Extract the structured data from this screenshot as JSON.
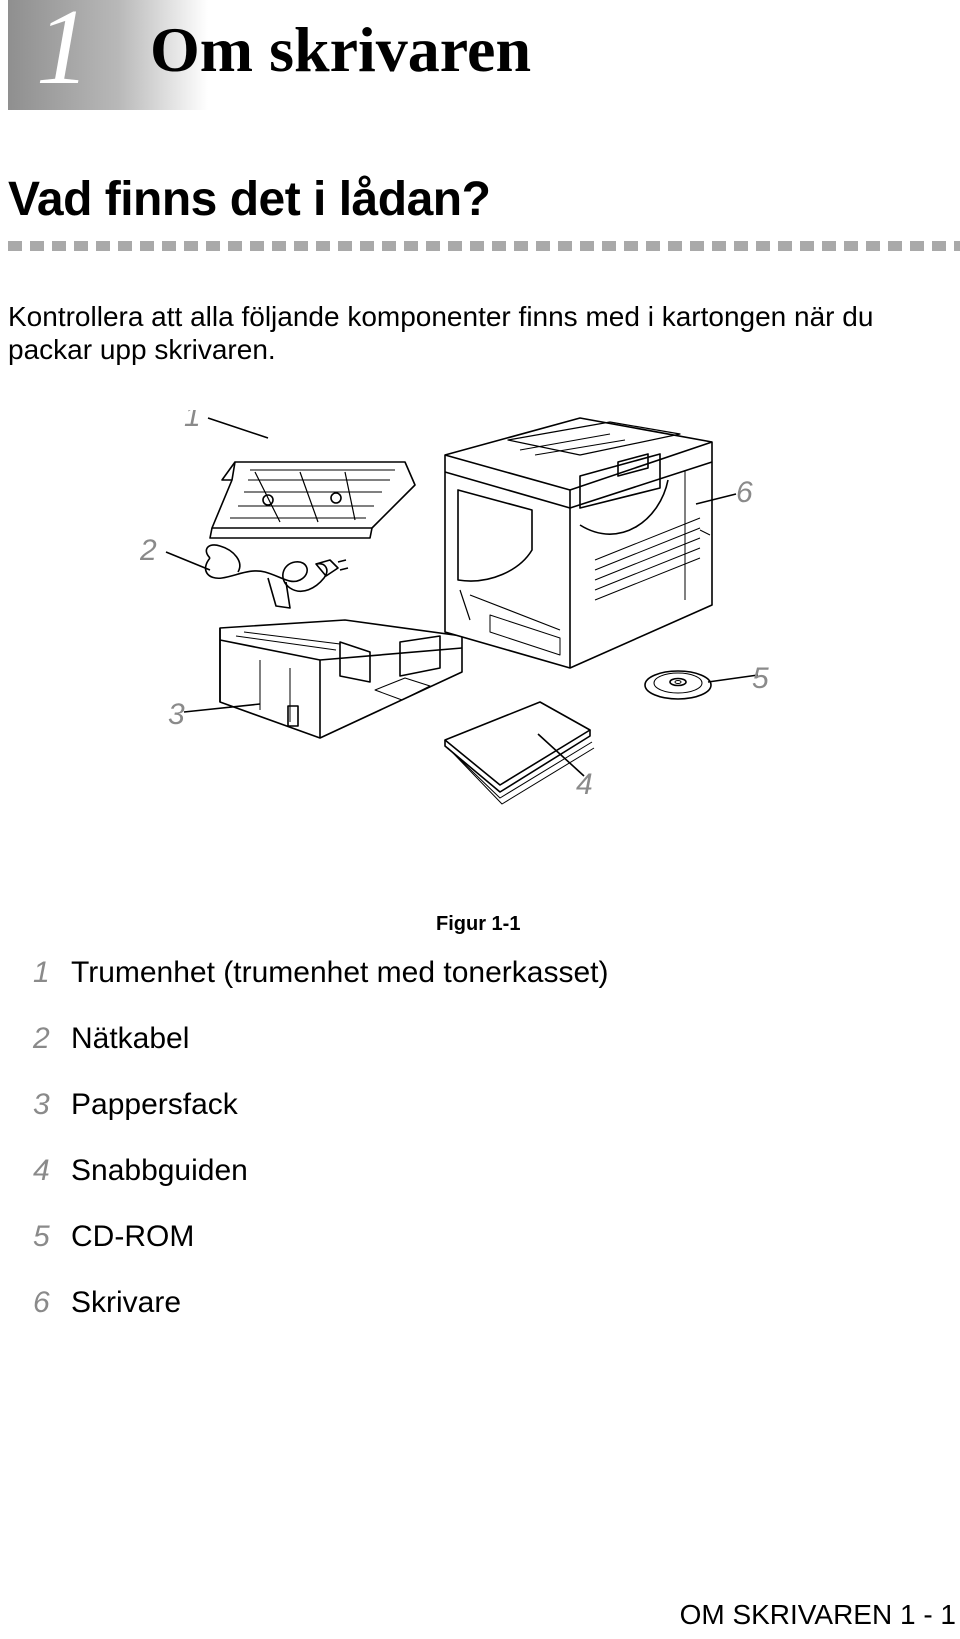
{
  "chapter": {
    "number": "1",
    "title": "Om skrivaren"
  },
  "section": {
    "heading": "Vad finns det i lådan?"
  },
  "intro": "Kontrollera att alla följande komponenter finns med i kartongen när du packar upp skrivaren.",
  "figure": {
    "callouts": [
      "1",
      "2",
      "3",
      "4",
      "5",
      "6"
    ],
    "caption": "Figur 1-1"
  },
  "legend": [
    {
      "num": "1",
      "label": "Trumenhet (trumenhet med tonerkasset)"
    },
    {
      "num": "2",
      "label": "Nätkabel"
    },
    {
      "num": "3",
      "label": "Pappersfack"
    },
    {
      "num": "4",
      "label": "Snabbguiden"
    },
    {
      "num": "5",
      "label": "CD-ROM"
    },
    {
      "num": "6",
      "label": "Skrivare"
    }
  ],
  "footer": "OM SKRIVAREN 1 - 1"
}
